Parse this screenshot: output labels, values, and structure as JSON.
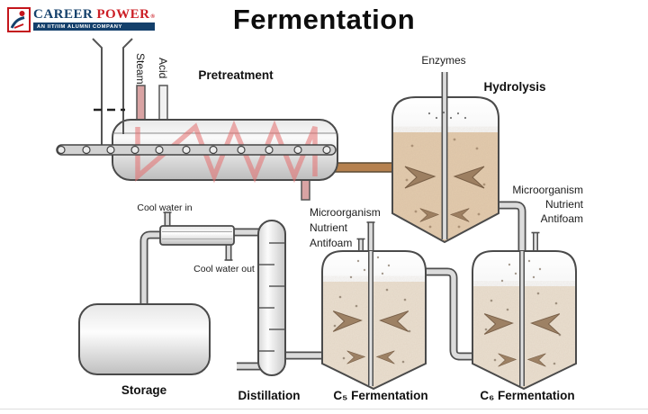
{
  "brand": {
    "name_primary": "CAREER",
    "name_secondary": "POWER",
    "trademark_symbol": "®",
    "tagline": "AN IIT/IIM ALUMNI COMPANY"
  },
  "title": "Fermentation",
  "labels": {
    "pretreatment": "Pretreatment",
    "steam": "Steam",
    "acid": "Acid",
    "enzymes": "Enzymes",
    "hydrolysis": "Hydrolysis",
    "c5_fermentation": "C₅ Fermentation",
    "c6_fermentation": "C₆ Fermentation",
    "distillation": "Distillation",
    "storage": "Storage",
    "cool_water_in": "Cool water in",
    "cool_water_out": "Cool water out",
    "c5_additives": [
      "Microorganism",
      "Nutrient",
      "Antifoam"
    ],
    "c6_additives": [
      "Microorganism",
      "Nutrient",
      "Antifoam"
    ]
  },
  "colors": {
    "brand_red": "#c4161c",
    "brand_navy": "#14406b",
    "screw_red": "#e36d6d",
    "steam_pipe_pink": "#d9a3a3",
    "transfer_pipe_copper": "#b5814f",
    "hydrolysis_broth": "#e3cbae",
    "fermenter_broth": "#eadfd0",
    "impeller_brown": "#96785a",
    "pipe_steel": "#dcdcdc",
    "outline_gray": "#4f4f4f"
  }
}
